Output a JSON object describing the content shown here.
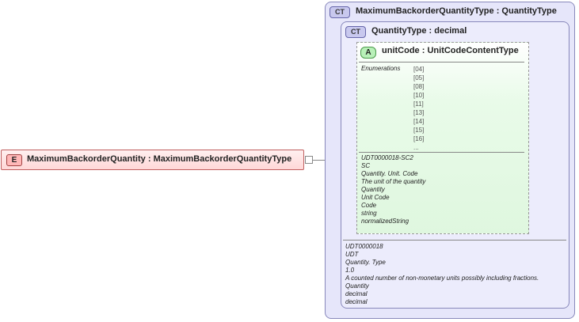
{
  "element": {
    "badge": "E",
    "name": "MaximumBackorderQuantity",
    "type": "MaximumBackorderQuantityType"
  },
  "outer_type": {
    "badge": "CT",
    "name": "MaximumBackorderQuantityType",
    "base": "QuantityType"
  },
  "inner_type": {
    "badge": "CT",
    "name": "QuantityType",
    "base": "decimal",
    "documentation": [
      "UDT0000018",
      "UDT",
      "Quantity. Type",
      "1.0",
      "A counted number of non-monetary units possibly including fractions.",
      "Quantity",
      "decimal",
      "decimal"
    ]
  },
  "attribute": {
    "badge": "A",
    "name": "unitCode",
    "type": "UnitCodeContentType",
    "enumerations_label": "Enumerations",
    "enumerations": [
      "[04]",
      "[05]",
      "[08]",
      "[10]",
      "[11]",
      "[13]",
      "[14]",
      "[15]",
      "[16]",
      "..."
    ],
    "documentation": [
      "UDT0000018-SC2",
      "SC",
      "Quantity. Unit. Code",
      "The unit of the quantity",
      "Quantity",
      "Unit Code",
      "Code",
      "string",
      "normalizedString"
    ]
  },
  "separator": ":"
}
